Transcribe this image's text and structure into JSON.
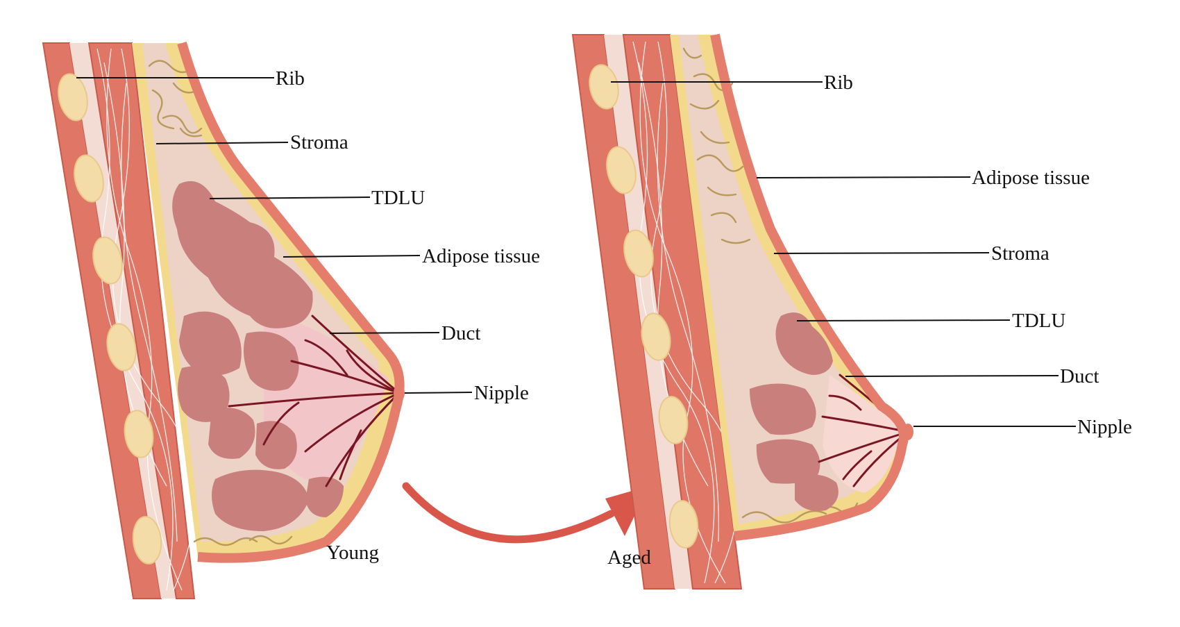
{
  "young": {
    "caption": "Young",
    "labels": {
      "rib": "Rib",
      "stroma": "Stroma",
      "tdlu": "TDLU",
      "adipose": "Adipose tissue",
      "duct": "Duct",
      "nipple": "Nipple"
    }
  },
  "aged": {
    "caption": "Aged",
    "labels": {
      "rib": "Rib",
      "adipose": "Adipose tissue",
      "stroma": "Stroma",
      "tdlu": "TDLU",
      "duct": "Duct",
      "nipple": "Nipple"
    }
  },
  "colors": {
    "skin": "#e47d6c",
    "muscle": "#e07766",
    "adipose": "#f3d98c",
    "stroma": "#ecd3c6",
    "tdlu": "#c97f7c",
    "duct": "#7a1624",
    "rib": "#f4dca8",
    "arrow": "#d9574a"
  }
}
